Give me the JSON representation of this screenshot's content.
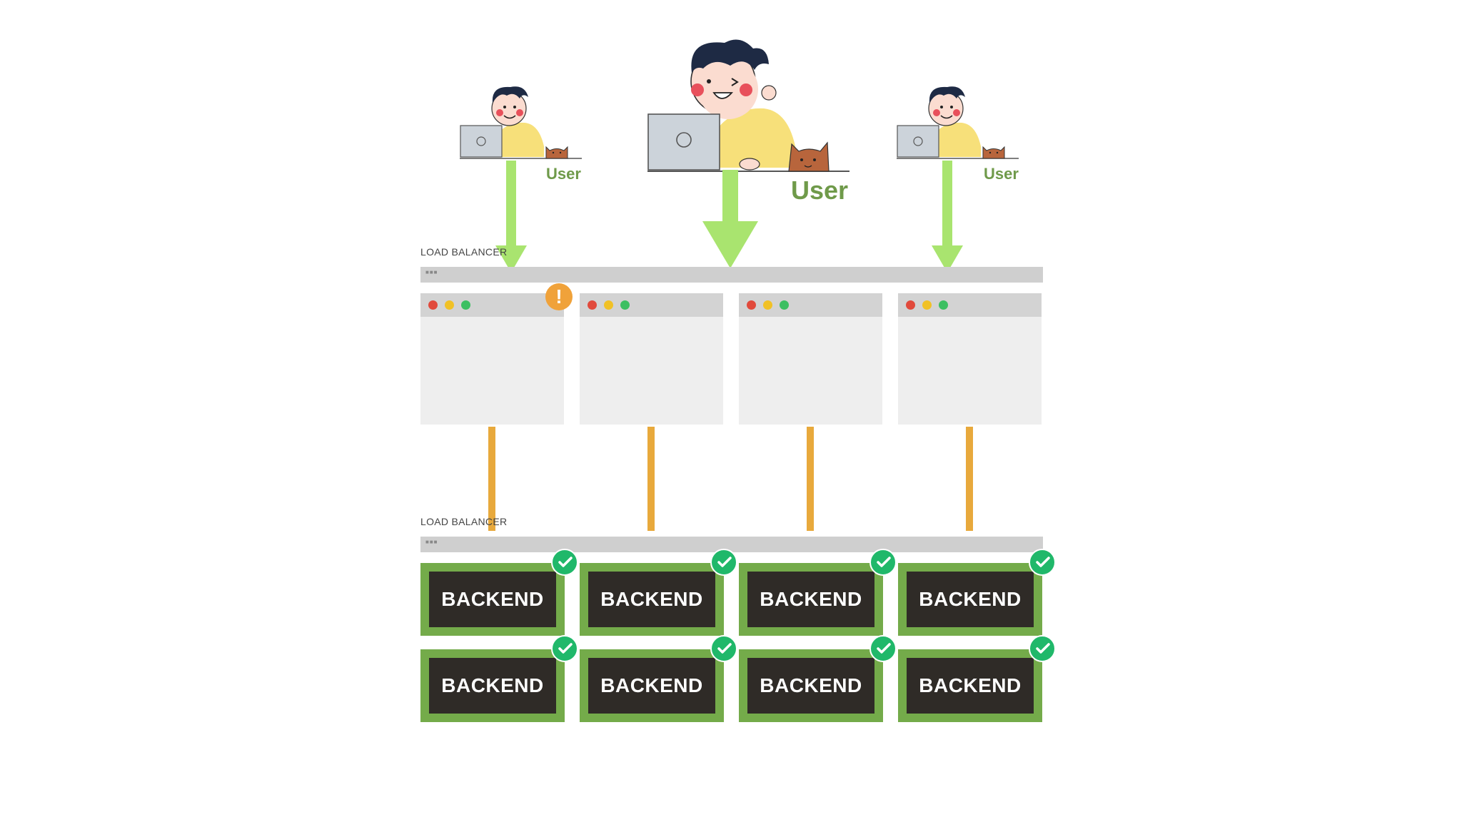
{
  "users": [
    {
      "label": "User",
      "size": "small"
    },
    {
      "label": "User",
      "size": "large"
    },
    {
      "label": "User",
      "size": "small"
    }
  ],
  "load_balancers": [
    {
      "label": "LOAD BALANCER",
      "dots": "■■■"
    },
    {
      "label": "LOAD BALANCER",
      "dots": "■■■"
    }
  ],
  "windows": {
    "count": 4,
    "traffic_lights": [
      "#e14a3c",
      "#f1c125",
      "#3cbf62"
    ],
    "warning_symbol": "!",
    "warning_on_window": 1
  },
  "backends": {
    "label": "BACKEND",
    "rows": [
      [
        "BACKEND",
        "BACKEND",
        "BACKEND",
        "BACKEND"
      ],
      [
        "BACKEND",
        "BACKEND",
        "BACKEND",
        "BACKEND"
      ]
    ],
    "status": "check"
  },
  "colors": {
    "arrow": "#a9e46f",
    "user_label": "#6f9a4a",
    "connector": "#e8a93c",
    "backend_border": "#74ab4a",
    "backend_fill": "#2f2b27",
    "check": "#20b86a",
    "warning": "#f0a23a"
  }
}
